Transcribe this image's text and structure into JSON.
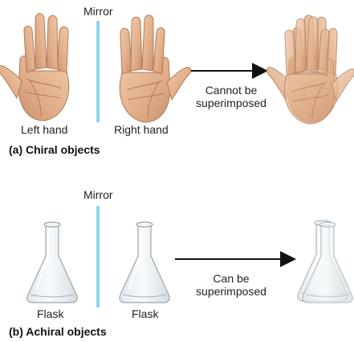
{
  "chiral": {
    "mirror_label": "Mirror",
    "left_label": "Left hand",
    "right_label": "Right hand",
    "arrow_text_line1": "Cannot be",
    "arrow_text_line2": "superimposed",
    "caption": "(a) Chiral objects"
  },
  "achiral": {
    "mirror_label": "Mirror",
    "left_label": "Flask",
    "right_label": "Flask",
    "arrow_text_line1": "Can be",
    "arrow_text_line2": "superimposed",
    "caption": "(b) Achiral objects"
  },
  "colors": {
    "mirror": "#8fd3ec",
    "skin": "#e3b592",
    "skin_shadow": "#c98f6c",
    "glass": "#eef3f6",
    "glass_edge": "#9aa6ae"
  }
}
